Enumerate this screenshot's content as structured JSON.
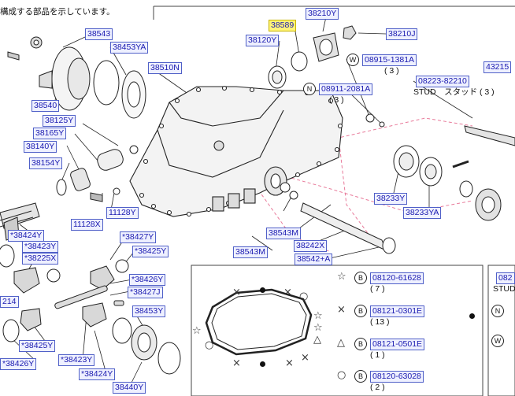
{
  "header": {
    "caption": "構成する部品を示しています。"
  },
  "labels": {
    "l38543": "38543",
    "l38453ya": "38453YA",
    "l38510n": "38510N",
    "l38540": "38540",
    "l38125y": "38125Y",
    "l38165y": "38165Y",
    "l38140y": "38140Y",
    "l38154y": "38154Y",
    "l11128y": "11128Y",
    "l11128x": "11128X",
    "l38589": "38589",
    "l38210y": "38210Y",
    "l38120y": "38120Y",
    "l38210j": "38210J",
    "l08915": "08915-1381A",
    "l08911": "08911-2081A",
    "l08223": "08223-82210",
    "l43215": "43215",
    "l38233y": "38233Y",
    "l38233ya": "38233YA",
    "l38543m_a": "38543M",
    "l38242x": "38242X",
    "l38543m_b": "38543M",
    "l38542a": "38542+A",
    "l38424y_a": "*38424Y",
    "l38423y_a": "*38423Y",
    "l38225x": "*38225X",
    "l214": "214",
    "l38427y": "*38427Y",
    "l38425y_a": "*38425Y",
    "l38426y_a": "*38426Y",
    "l38427j": "*38427J",
    "l38453y": "38453Y",
    "l38425y_b": "*38425Y",
    "l38426y_b": "*38426Y",
    "l38423y_b": "*38423Y",
    "l38424y_b": "*38424Y",
    "l38440y": "38440Y"
  },
  "legend_top": {
    "w_symbol": "W",
    "n_symbol": "N",
    "q08915": "( 3 )",
    "q08911": "( 3 )",
    "stud": "STUD　スタッド ( 3 )"
  },
  "legend": {
    "b_symbol": "B",
    "bolts": [
      {
        "symbol": "☆",
        "part": "08120-61628",
        "qty": "( 7 )"
      },
      {
        "symbol": "×",
        "part": "08121-0301E",
        "qty": "( 13 )"
      },
      {
        "symbol": "△",
        "part": "08121-0501E",
        "qty": "( 1 )"
      },
      {
        "symbol": "○",
        "part": "08120-63028",
        "qty": "( 2 )"
      }
    ],
    "right": {
      "part": "082",
      "stud": "STUD"
    }
  },
  "colors": {
    "label_text": "#1a1ab0",
    "label_bg": "#eef0ff",
    "highlight": "#fff47a",
    "dashed_lines": "#e87a9a"
  }
}
